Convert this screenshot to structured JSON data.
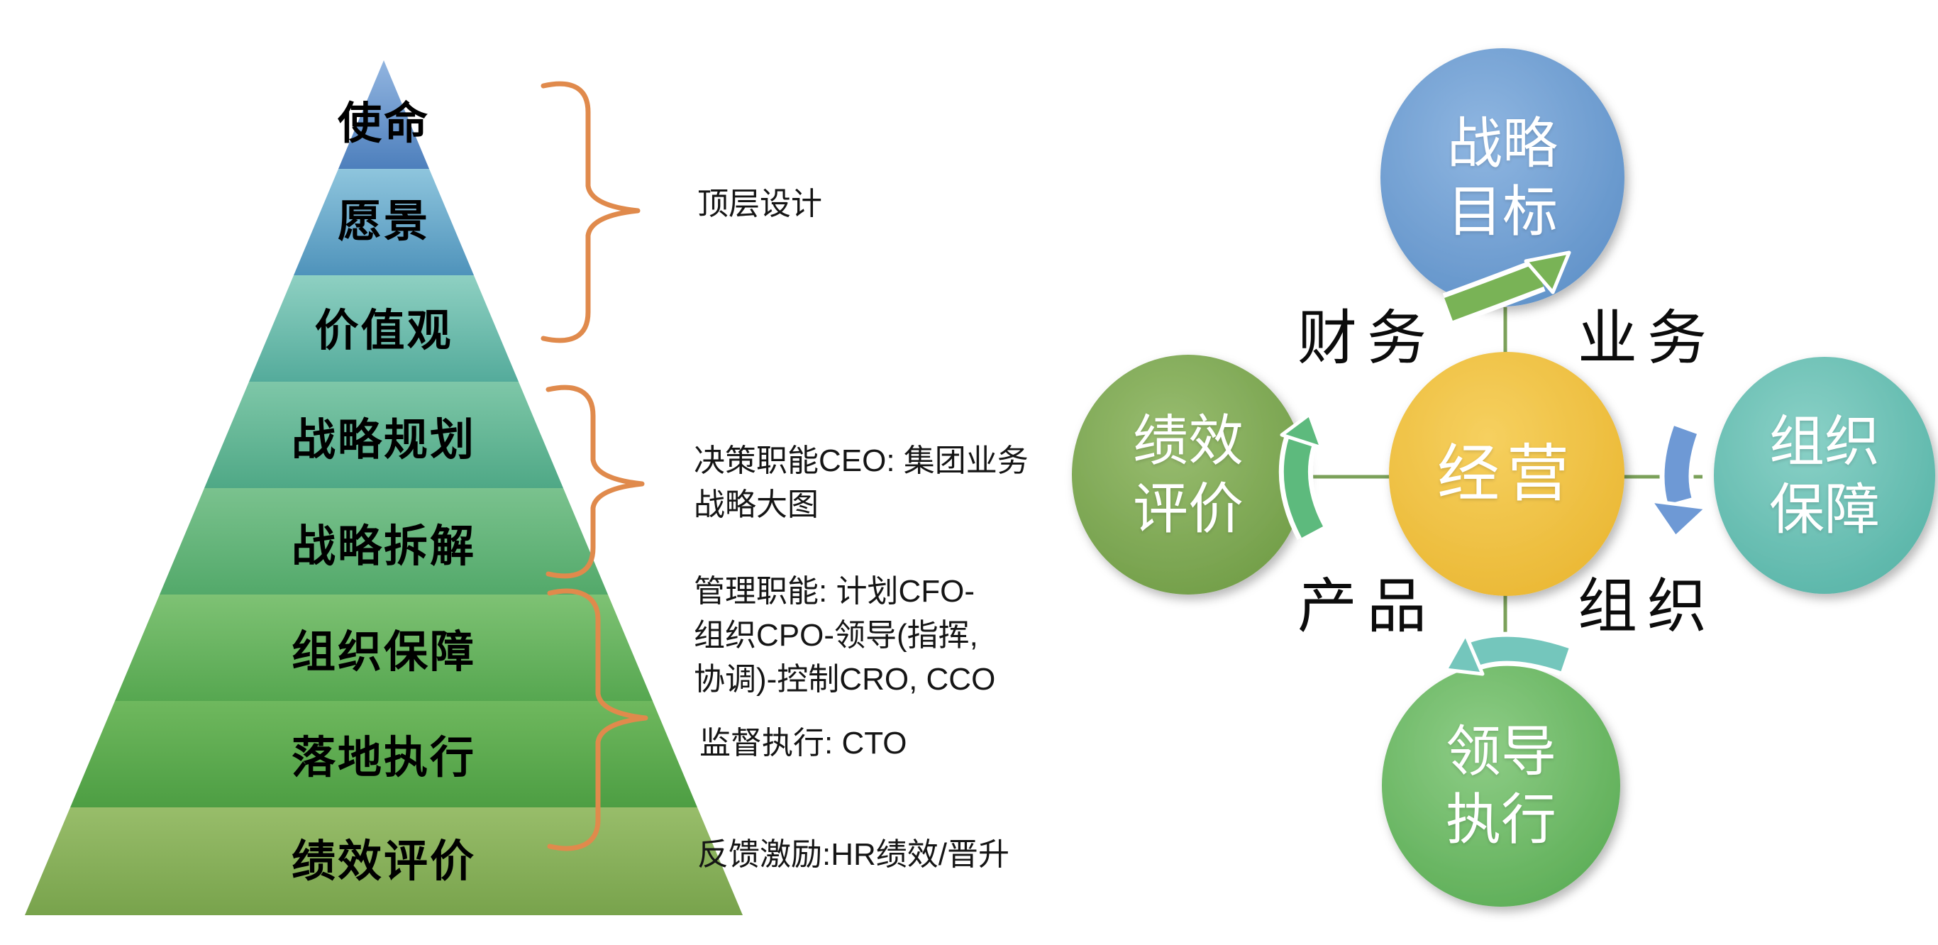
{
  "pyramid": {
    "layers": [
      {
        "label": "使命",
        "color_top": "#92b5e0",
        "color_bottom": "#4d7fbc"
      },
      {
        "label": "愿景",
        "color_top": "#8ec5dd",
        "color_bottom": "#4f93bb"
      },
      {
        "label": "价值观",
        "color_top": "#8ed0c2",
        "color_bottom": "#54ab9b"
      },
      {
        "label": "战略规划",
        "color_top": "#7ec7a8",
        "color_bottom": "#4fa886"
      },
      {
        "label": "战略拆解",
        "color_top": "#7ac28e",
        "color_bottom": "#53a96a"
      },
      {
        "label": "组织保障",
        "color_top": "#7ec274",
        "color_bottom": "#56a750"
      },
      {
        "label": "落地执行",
        "color_top": "#6fb85e",
        "color_bottom": "#4d9e43"
      },
      {
        "label": "绩效评价",
        "color_top": "#98bd6a",
        "color_bottom": "#78a34c"
      }
    ]
  },
  "annotations": {
    "top_design": [
      "顶层设计"
    ],
    "decision": [
      "决策职能CEO: 集团业务",
      "战略大图"
    ],
    "management": [
      "管理职能: 计划CFO-",
      "组织CPO-领导(指挥,",
      "协调)-控制CRO, CCO"
    ],
    "supervision": [
      "监督执行: CTO"
    ],
    "feedback": [
      "反馈激励:HR绩效/晋升"
    ]
  },
  "cycle": {
    "center": {
      "label": "经营",
      "color_inner": "#f6d05f",
      "color_edge": "#e9b52f"
    },
    "nodes": [
      {
        "id": "strategy-goal",
        "lines": [
          "战略",
          "目标"
        ],
        "color_inner": "#8fb6e1",
        "color_edge": "#5b8ec6"
      },
      {
        "id": "org-support",
        "lines": [
          "组织",
          "保障"
        ],
        "color_inner": "#8ad1c7",
        "color_edge": "#54b2a5"
      },
      {
        "id": "leadership",
        "lines": [
          "领导",
          "执行"
        ],
        "color_inner": "#8ecd86",
        "color_edge": "#57aa51"
      },
      {
        "id": "performance",
        "lines": [
          "绩效",
          "评价"
        ],
        "color_inner": "#99bd70",
        "color_edge": "#6d9a43"
      }
    ],
    "quadrants": [
      {
        "label": "财务"
      },
      {
        "label": "业务"
      },
      {
        "label": "产品"
      },
      {
        "label": "组织"
      }
    ]
  },
  "colors": {
    "brace": "#e08a4c",
    "connector_line": "#7ba15a",
    "arrow_top": "#79b356",
    "arrow_right": "#6e99d5",
    "arrow_bottom": "#74c6bc",
    "arrow_left": "#5dba7d",
    "label_text": "#0c0c0c",
    "circle_text": "#ffffff"
  }
}
